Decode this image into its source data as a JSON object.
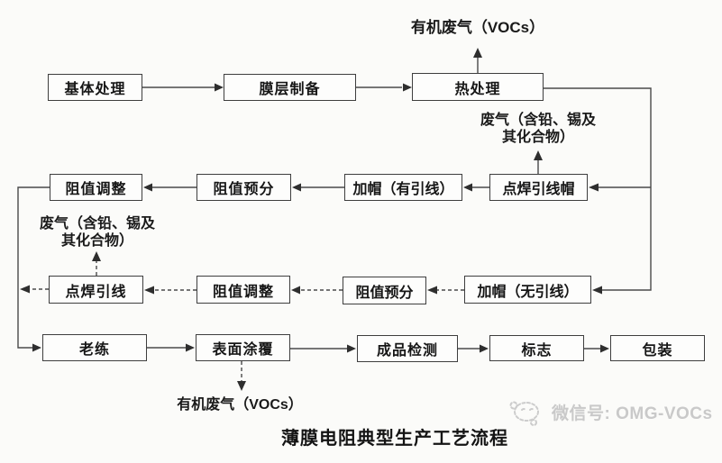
{
  "title": "薄膜电阻典型生产工艺流程",
  "watermark": {
    "icon": "wechat-doodle-icon",
    "label": "微信号: OMG-VOCs"
  },
  "colors": {
    "background": "#fbfbf9",
    "box_border": "#3e3e3e",
    "line": "#4a4a4a",
    "text": "#161616",
    "watermark": "#c9c9c9"
  },
  "nodes": {
    "base_treatment": "基体处理",
    "film_preparation": "膜层制备",
    "heat_treatment": "热处理",
    "resistance_adjust_leaded": "阻值调整",
    "resistance_presort_leaded": "阻值预分",
    "capping_leaded": "加帽（有引线）",
    "spot_weld_lead_cap": "点焊引线帽",
    "spot_weld_lead": "点焊引线",
    "resistance_adjust_leadless": "阻值调整",
    "resistance_presort_leadless": "阻值预分",
    "capping_leadless": "加帽（无引线）",
    "aging": "老练",
    "surface_coating": "表面涂覆",
    "final_inspection": "成品检测",
    "marking": "标志",
    "packaging": "包装"
  },
  "emissions": {
    "voc_top": "有机废气（VOCs）",
    "voc_bottom": "有机废气（VOCs）",
    "lead_tin_right_line1": "废气（含铅、锡及",
    "lead_tin_right_line2": "其化合物）",
    "lead_tin_left_line1": "废气（含铅、锡及",
    "lead_tin_left_line2": "其化合物）"
  }
}
